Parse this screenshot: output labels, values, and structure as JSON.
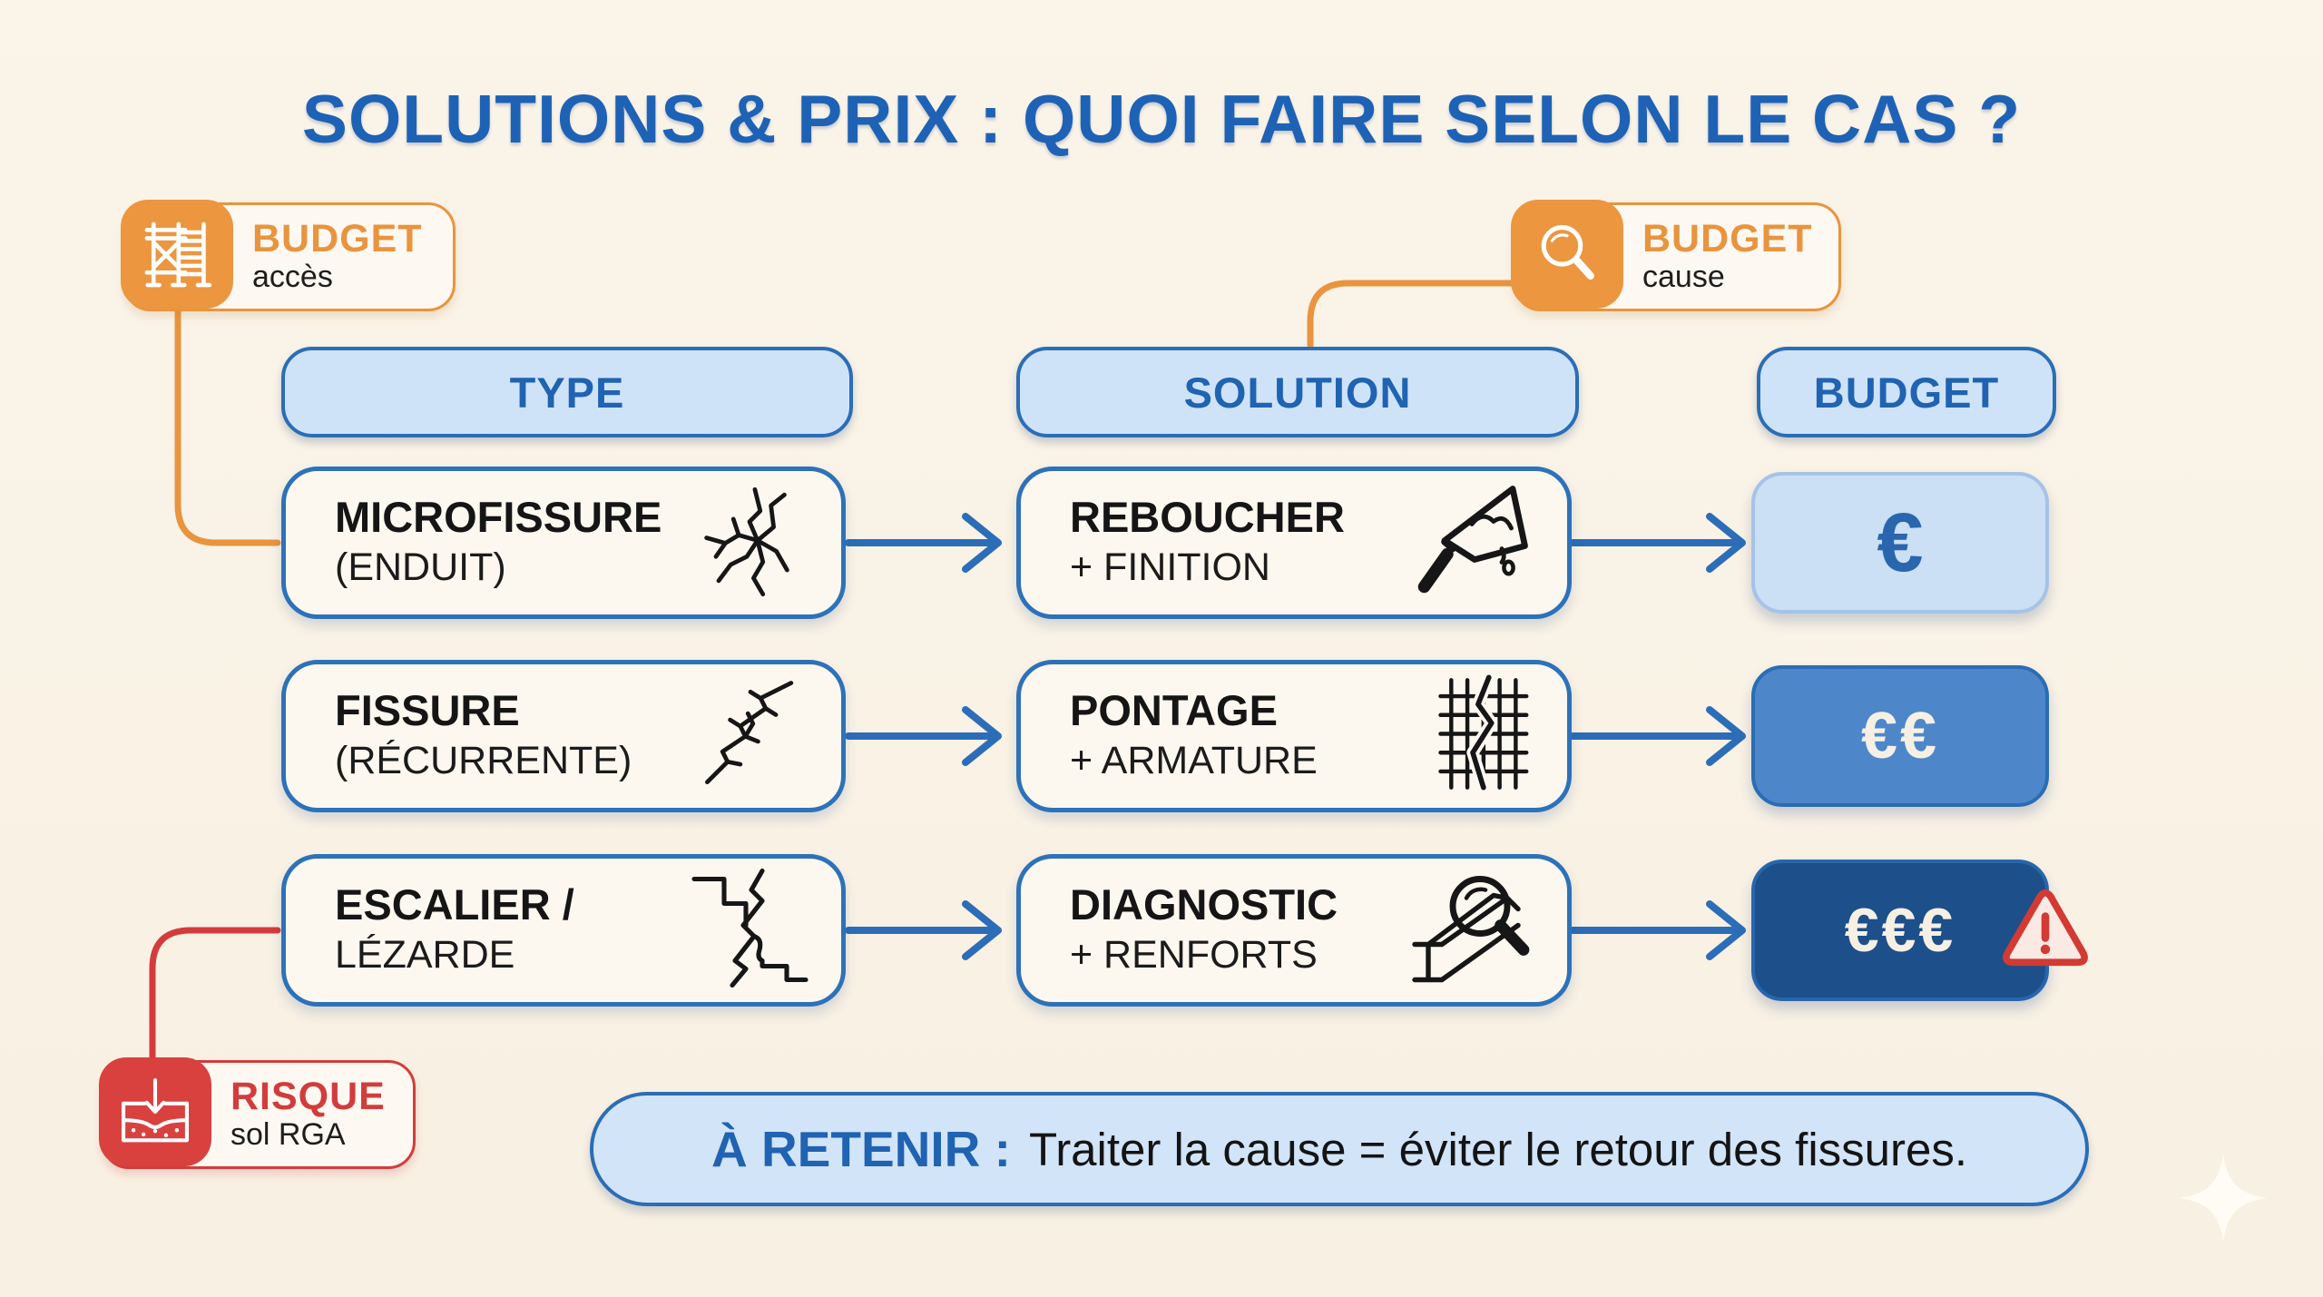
{
  "title": "SOLUTIONS & PRIX : QUOI FAIRE SELON LE CAS ?",
  "badges": {
    "budget_acces": {
      "label": "BUDGET",
      "sublabel": "accès",
      "icon": "scaffold-icon"
    },
    "budget_cause": {
      "label": "BUDGET",
      "sublabel": "cause",
      "icon": "magnifier-icon"
    },
    "risque": {
      "label": "RISQUE",
      "sublabel": "sol RGA",
      "icon": "soil-subsidence-icon"
    }
  },
  "columns": {
    "type": "TYPE",
    "solution": "SOLUTION",
    "budget": "BUDGET"
  },
  "rows": [
    {
      "type_line1": "MICROFISSURE",
      "type_line2": "(ENDUIT)",
      "type_icon": "microcrack-web-icon",
      "solution_line1": "REBOUCHER",
      "solution_line2": "+ FINITION",
      "solution_icon": "trowel-icon",
      "budget_symbol": "€",
      "budget_level": "low"
    },
    {
      "type_line1": "FISSURE",
      "type_line2": "(RÉCURRENTE)",
      "type_icon": "diagonal-crack-icon",
      "solution_line1": "PONTAGE",
      "solution_line2": "+ ARMATURE",
      "solution_icon": "mesh-armature-icon",
      "budget_symbol": "€€",
      "budget_level": "medium"
    },
    {
      "type_line1": "ESCALIER /",
      "type_line2": "LÉZARDE",
      "type_icon": "stair-crack-icon",
      "solution_line1": "DIAGNOSTIC",
      "solution_line2": "+ RENFORTS",
      "solution_icon": "beam-magnifier-icon",
      "budget_symbol": "€€€",
      "budget_level": "high",
      "warning": true
    }
  ],
  "footer": {
    "label": "À RETENIR :",
    "text": "Traiter la cause = éviter le retour des fissures."
  },
  "colors": {
    "background": "#f9f2e6",
    "accent_blue": "#2b6db6",
    "title_blue": "#1e62b5",
    "orange": "#e9943e",
    "red": "#d33c3c",
    "box_bg": "#fcf8ef",
    "header_bg": "#cfe3f8",
    "budget_low_bg": "#cbdff5",
    "budget_medium_bg": "#4d87ca",
    "budget_high_bg": "#1d4f8a"
  }
}
